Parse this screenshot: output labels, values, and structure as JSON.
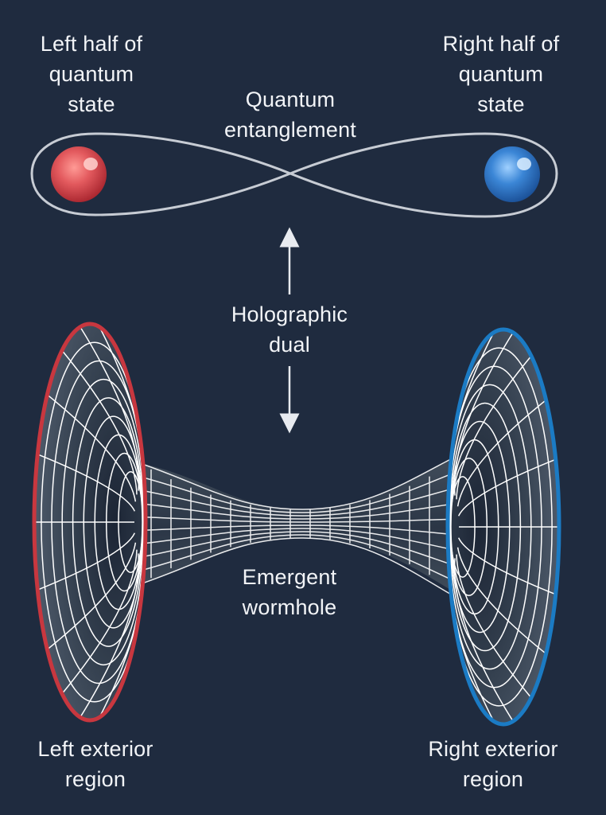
{
  "diagram": {
    "labels": {
      "left_state": [
        "Left half of",
        "quantum",
        "state"
      ],
      "right_state": [
        "Right half of",
        "quantum",
        "state"
      ],
      "entanglement": [
        "Quantum",
        "entanglement"
      ],
      "holographic": [
        "Holographic",
        "dual"
      ],
      "wormhole": [
        "Emergent",
        "wormhole"
      ],
      "left_exterior": [
        "Left exterior",
        "region"
      ],
      "right_exterior": [
        "Right exterior",
        "region"
      ]
    },
    "colors": {
      "background": "#1f2b3f",
      "left_accent": "#c8373f",
      "right_accent": "#1b7bc4",
      "left_particle": "#e35a5e",
      "right_particle": "#3b86d6",
      "grid_lines": "#ffffff",
      "surface": "#3b4758",
      "loop": "#c7ccd4"
    }
  }
}
